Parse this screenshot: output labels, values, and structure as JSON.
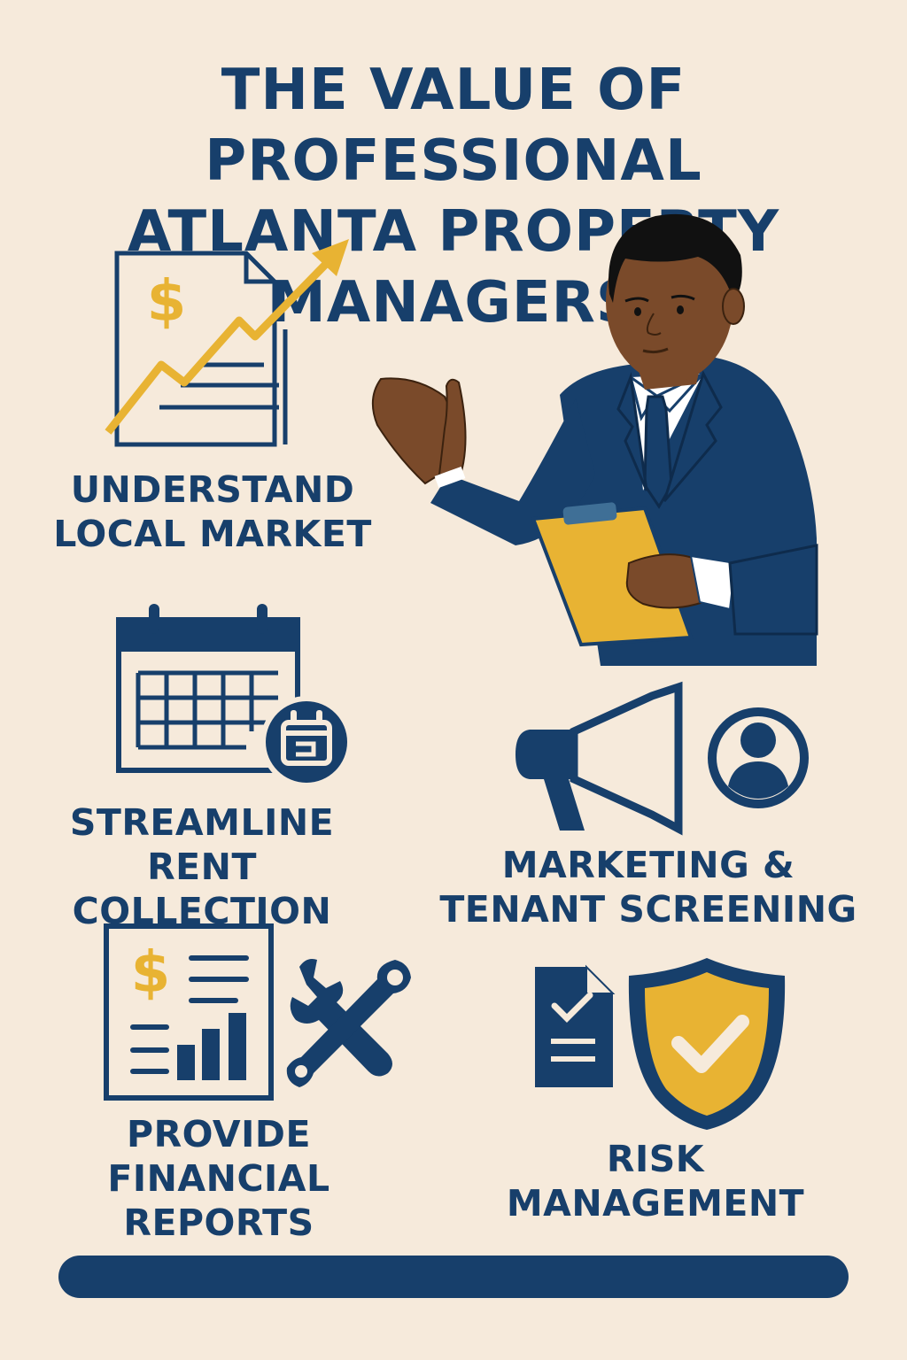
{
  "title": {
    "line1": "THE VALUE OF PROFESSIONAL",
    "line2": "ATLANTA PROPERTY MANAGERS"
  },
  "features": [
    {
      "line1": "UNDERSTAND",
      "line2": "LOCAL MARKET",
      "icon": "market-growth-chart-icon"
    },
    {
      "line1": "STREAMLINE",
      "line2": "RENT COLLECTION",
      "icon": "calendar-icon"
    },
    {
      "line1": "MARKETING &",
      "line2": "TENANT SCREENING",
      "icon": "megaphone-icon"
    },
    {
      "line1": "PROVIDE",
      "line2": "FINANCIAL REPORTS",
      "icon": "financial-report-icon"
    },
    {
      "line1": "RISK",
      "line2": "MANAGEMENT",
      "icon": "shield-check-icon"
    }
  ],
  "colors": {
    "background": "#f6eadb",
    "navy": "#173f6b",
    "gold": "#e8b333",
    "skin": "#7a4a2a"
  }
}
